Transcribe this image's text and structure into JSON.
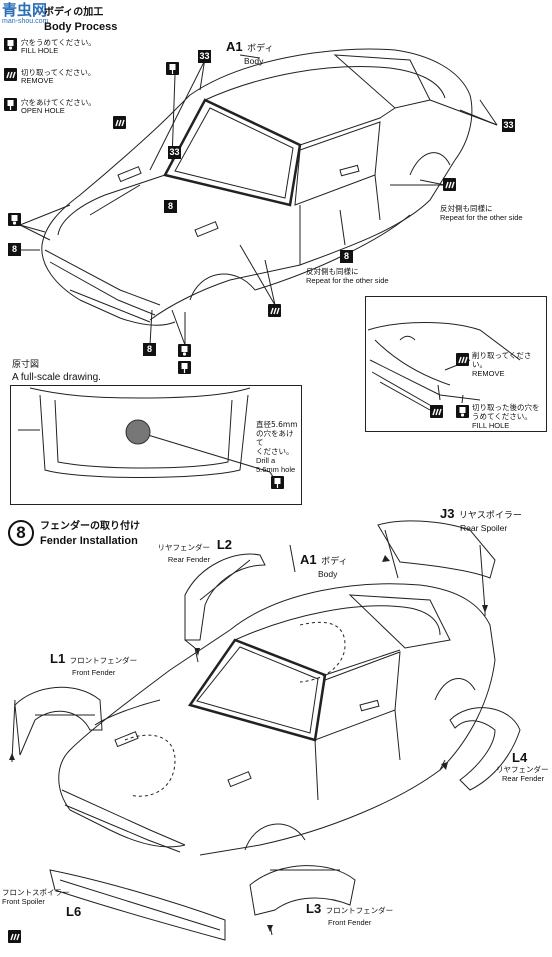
{
  "section7": {
    "title_jp": "ボディの加工",
    "title_en": "Body Process",
    "legend": [
      {
        "jp": "穴をうめてください。",
        "en": "FILL HOLE",
        "icon": "fill-hole-icon"
      },
      {
        "jp": "切り取ってください。",
        "en": "REMOVE",
        "icon": "remove-icon"
      },
      {
        "jp": "穴をあけてください。",
        "en": "OPEN HOLE",
        "icon": "open-hole-icon"
      }
    ],
    "part_a1": {
      "code": "A1",
      "jp": "ボディ",
      "en": "Body"
    },
    "callout_33": "33",
    "callout_8": "8",
    "repeat_right": {
      "jp": "反対側も同様に",
      "en": "Repeat for the other side"
    },
    "repeat_center": {
      "jp": "反対側も同様に",
      "en": "Repeat for the other side"
    },
    "fullscale": {
      "title_jp": "原寸図",
      "title_en": "A full-scale drawing.",
      "drill_jp": "直径5.6mmの穴をあけて",
      "drill_jp2": "ください。",
      "drill_en": "Drill a 5.6mm hole"
    },
    "inset": {
      "remove_jp": "削り取ってください。",
      "remove_en": "REMOVE",
      "fill_jp": "切り取った後の穴をうめてください。",
      "fill_en": "FILL HOLE"
    }
  },
  "section8": {
    "number": "8",
    "title_jp": "フェンダーの取り付け",
    "title_en": "Fender Installation",
    "parts": [
      {
        "code": "L2",
        "jp": "リヤフェンダー",
        "en": "Rear Fender"
      },
      {
        "code": "A1",
        "jp": "ボディ",
        "en": "Body"
      },
      {
        "code": "J3",
        "jp": "リヤスポイラー",
        "en": "Rear Spoiler"
      },
      {
        "code": "L1",
        "jp": "フロントフェンダー",
        "en": "Front Fender"
      },
      {
        "code": "L4",
        "jp": "リヤフェンダー",
        "en": "Rear Fender"
      },
      {
        "code": "L6",
        "jp": "フロントスポイラー",
        "en": "Front Spoiler"
      },
      {
        "code": "L3",
        "jp": "フロントフェンダー",
        "en": "Front Fender"
      }
    ]
  },
  "watermark": {
    "text": "青虫网",
    "url": "man-shou.com"
  }
}
